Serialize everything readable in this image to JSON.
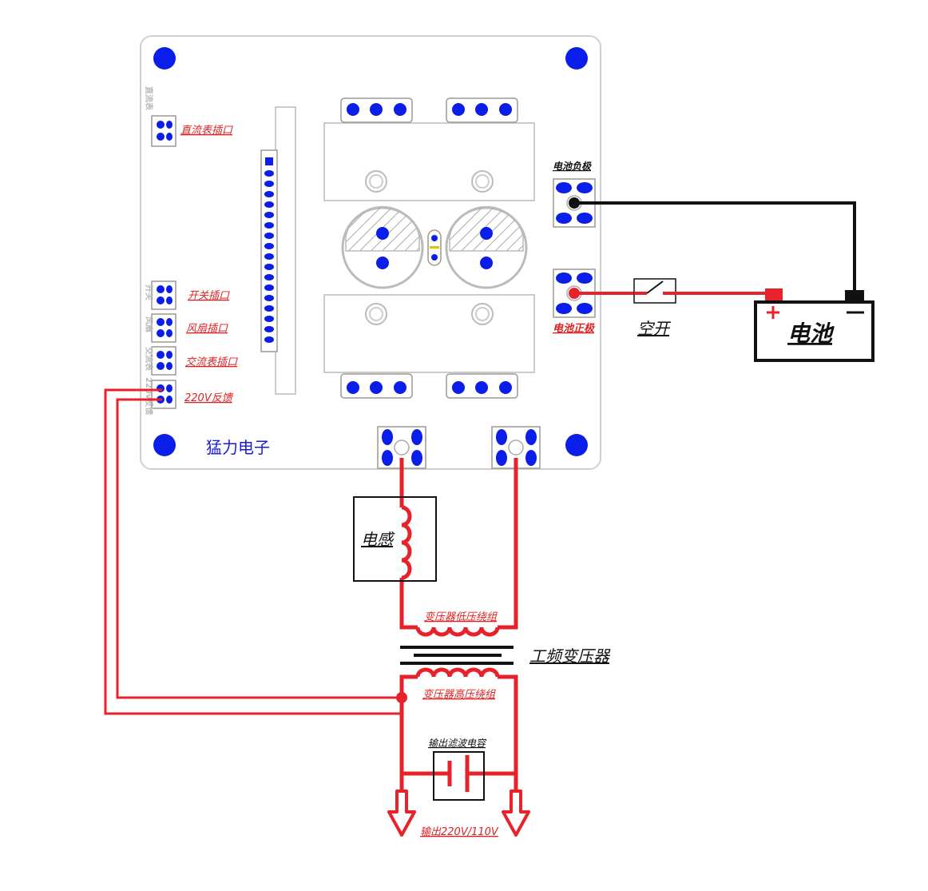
{
  "board": {
    "brand": "猛力电子",
    "side_labels": {
      "dc_meter": "直流表",
      "switch": "开关",
      "fan": "风扇",
      "ac_meter": "交流表",
      "feedback": "220v反馈"
    },
    "ports": {
      "dc_meter": "直流表插口",
      "switch": "开关插口",
      "fan": "风扇插口",
      "ac_meter": "交流表插口",
      "feedback": "220V反馈"
    },
    "battery_negative": "电池负极",
    "battery_positive": "电池正极"
  },
  "components": {
    "breaker": "空开",
    "battery": "电池",
    "inductor": "电感",
    "transformer": "工频变压器",
    "winding_low": "变压器低压绕组",
    "winding_high": "变压器高压绕组",
    "filter_cap": "输出滤波电容",
    "output": "输出220V/110V"
  },
  "colors": {
    "wire_red": "#e8222a",
    "wire_black": "#111111",
    "terminal_blue": "#0b1de8",
    "brand_blue": "#1a1ad8"
  }
}
